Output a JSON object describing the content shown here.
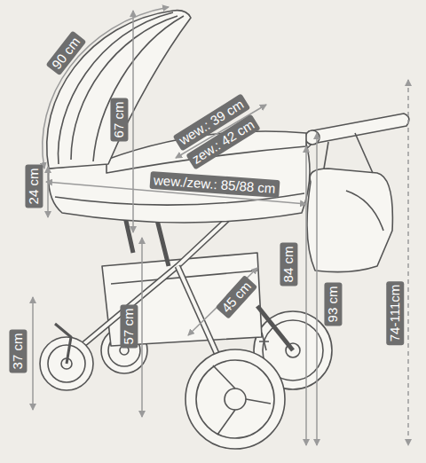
{
  "diagram": {
    "labels": [
      "90 cm",
      "67 cm",
      "wew.: 39 cm",
      "zew.: 42 cm",
      "24 cm",
      "wew./zew.: 85/88 cm",
      "84 cm",
      "93 cm",
      "74-111cm",
      "45 cm",
      "57 cm",
      "37 cm"
    ]
  }
}
